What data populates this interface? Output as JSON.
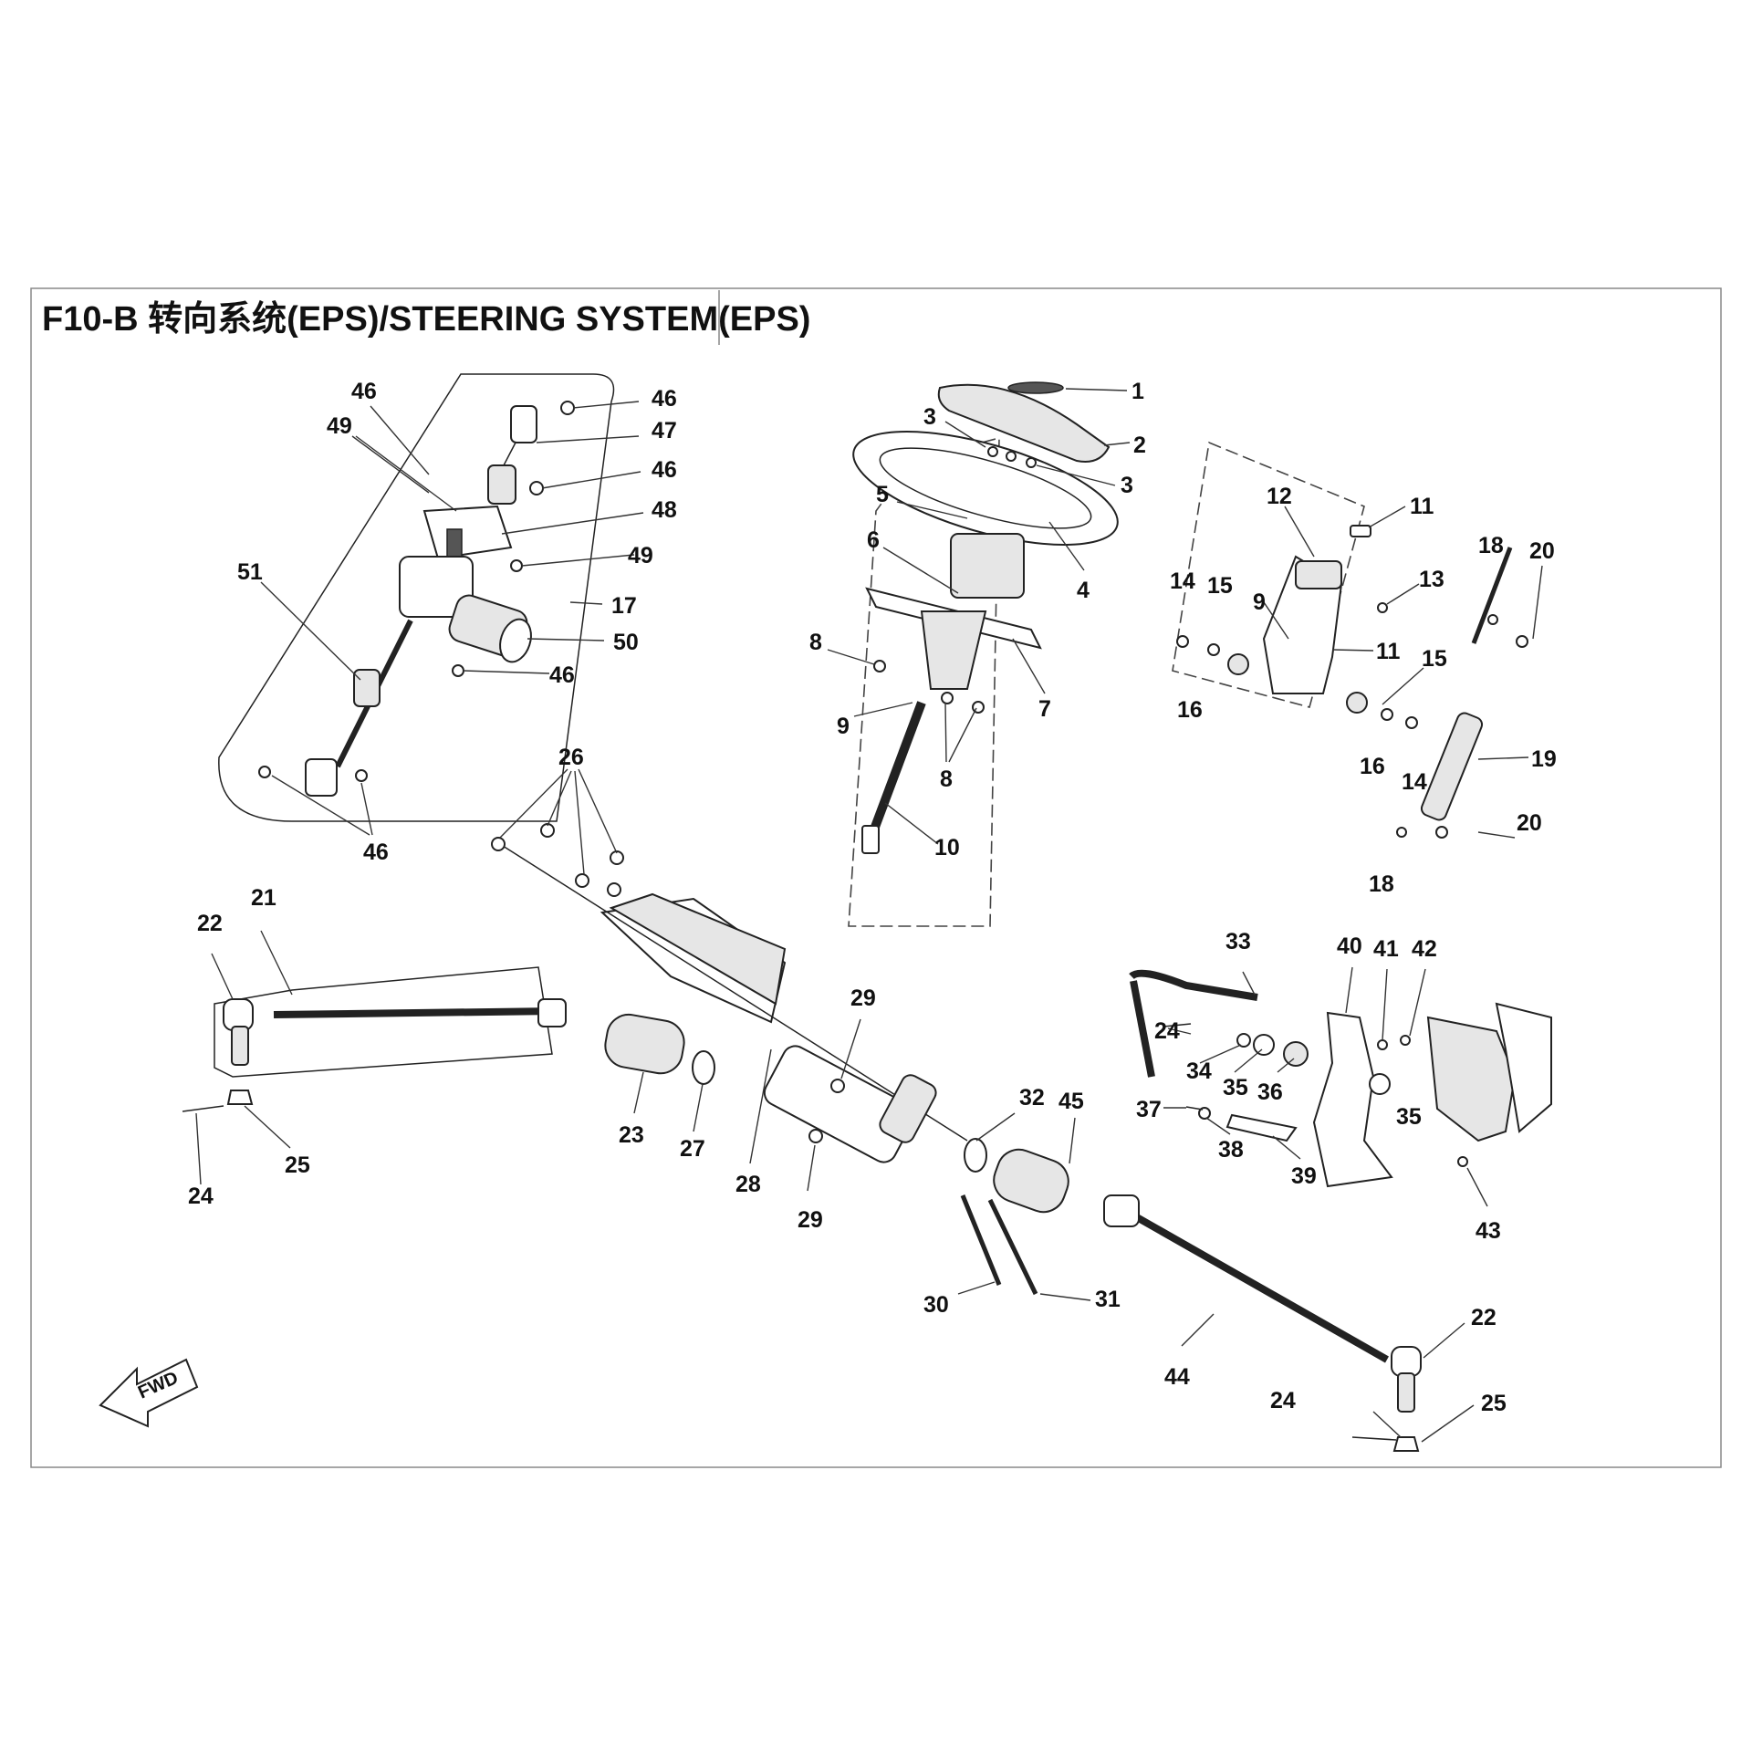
{
  "diagram": {
    "title": "F10-B 转向系统(EPS)/STEERING SYSTEM(EPS)",
    "direction_label": "FWD",
    "callouts": [
      {
        "id": "c1",
        "label": "1"
      },
      {
        "id": "c2",
        "label": "2"
      },
      {
        "id": "c3a",
        "label": "3"
      },
      {
        "id": "c3b",
        "label": "3"
      },
      {
        "id": "c4",
        "label": "4"
      },
      {
        "id": "c5",
        "label": "5"
      },
      {
        "id": "c6",
        "label": "6"
      },
      {
        "id": "c7",
        "label": "7"
      },
      {
        "id": "c8a",
        "label": "8"
      },
      {
        "id": "c8b",
        "label": "8"
      },
      {
        "id": "c9a",
        "label": "9"
      },
      {
        "id": "c9b",
        "label": "9"
      },
      {
        "id": "c10",
        "label": "10"
      },
      {
        "id": "c11a",
        "label": "11"
      },
      {
        "id": "c11b",
        "label": "11"
      },
      {
        "id": "c12",
        "label": "12"
      },
      {
        "id": "c13",
        "label": "13"
      },
      {
        "id": "c14a",
        "label": "14"
      },
      {
        "id": "c14b",
        "label": "14"
      },
      {
        "id": "c15a",
        "label": "15"
      },
      {
        "id": "c15b",
        "label": "15"
      },
      {
        "id": "c16a",
        "label": "16"
      },
      {
        "id": "c16b",
        "label": "16"
      },
      {
        "id": "c17",
        "label": "17"
      },
      {
        "id": "c18a",
        "label": "18"
      },
      {
        "id": "c18b",
        "label": "18"
      },
      {
        "id": "c19",
        "label": "19"
      },
      {
        "id": "c20a",
        "label": "20"
      },
      {
        "id": "c20b",
        "label": "20"
      },
      {
        "id": "c21",
        "label": "21"
      },
      {
        "id": "c22a",
        "label": "22"
      },
      {
        "id": "c22b",
        "label": "22"
      },
      {
        "id": "c23",
        "label": "23"
      },
      {
        "id": "c24a",
        "label": "24"
      },
      {
        "id": "c24b",
        "label": "24"
      },
      {
        "id": "c24c",
        "label": "24"
      },
      {
        "id": "c25a",
        "label": "25"
      },
      {
        "id": "c25b",
        "label": "25"
      },
      {
        "id": "c26",
        "label": "26"
      },
      {
        "id": "c27",
        "label": "27"
      },
      {
        "id": "c28",
        "label": "28"
      },
      {
        "id": "c29a",
        "label": "29"
      },
      {
        "id": "c29b",
        "label": "29"
      },
      {
        "id": "c30",
        "label": "30"
      },
      {
        "id": "c31",
        "label": "31"
      },
      {
        "id": "c32",
        "label": "32"
      },
      {
        "id": "c33",
        "label": "33"
      },
      {
        "id": "c34",
        "label": "34"
      },
      {
        "id": "c35a",
        "label": "35"
      },
      {
        "id": "c35b",
        "label": "35"
      },
      {
        "id": "c36",
        "label": "36"
      },
      {
        "id": "c37",
        "label": "37"
      },
      {
        "id": "c38",
        "label": "38"
      },
      {
        "id": "c39",
        "label": "39"
      },
      {
        "id": "c40",
        "label": "40"
      },
      {
        "id": "c41",
        "label": "41"
      },
      {
        "id": "c42",
        "label": "42"
      },
      {
        "id": "c43",
        "label": "43"
      },
      {
        "id": "c44",
        "label": "44"
      },
      {
        "id": "c45",
        "label": "45"
      },
      {
        "id": "c46a",
        "label": "46"
      },
      {
        "id": "c46b",
        "label": "46"
      },
      {
        "id": "c46c",
        "label": "46"
      },
      {
        "id": "c46d",
        "label": "46"
      },
      {
        "id": "c46e",
        "label": "46"
      },
      {
        "id": "c47",
        "label": "47"
      },
      {
        "id": "c48",
        "label": "48"
      },
      {
        "id": "c49a",
        "label": "49"
      },
      {
        "id": "c49b",
        "label": "49"
      },
      {
        "id": "c50",
        "label": "50"
      },
      {
        "id": "c51",
        "label": "51"
      }
    ]
  }
}
